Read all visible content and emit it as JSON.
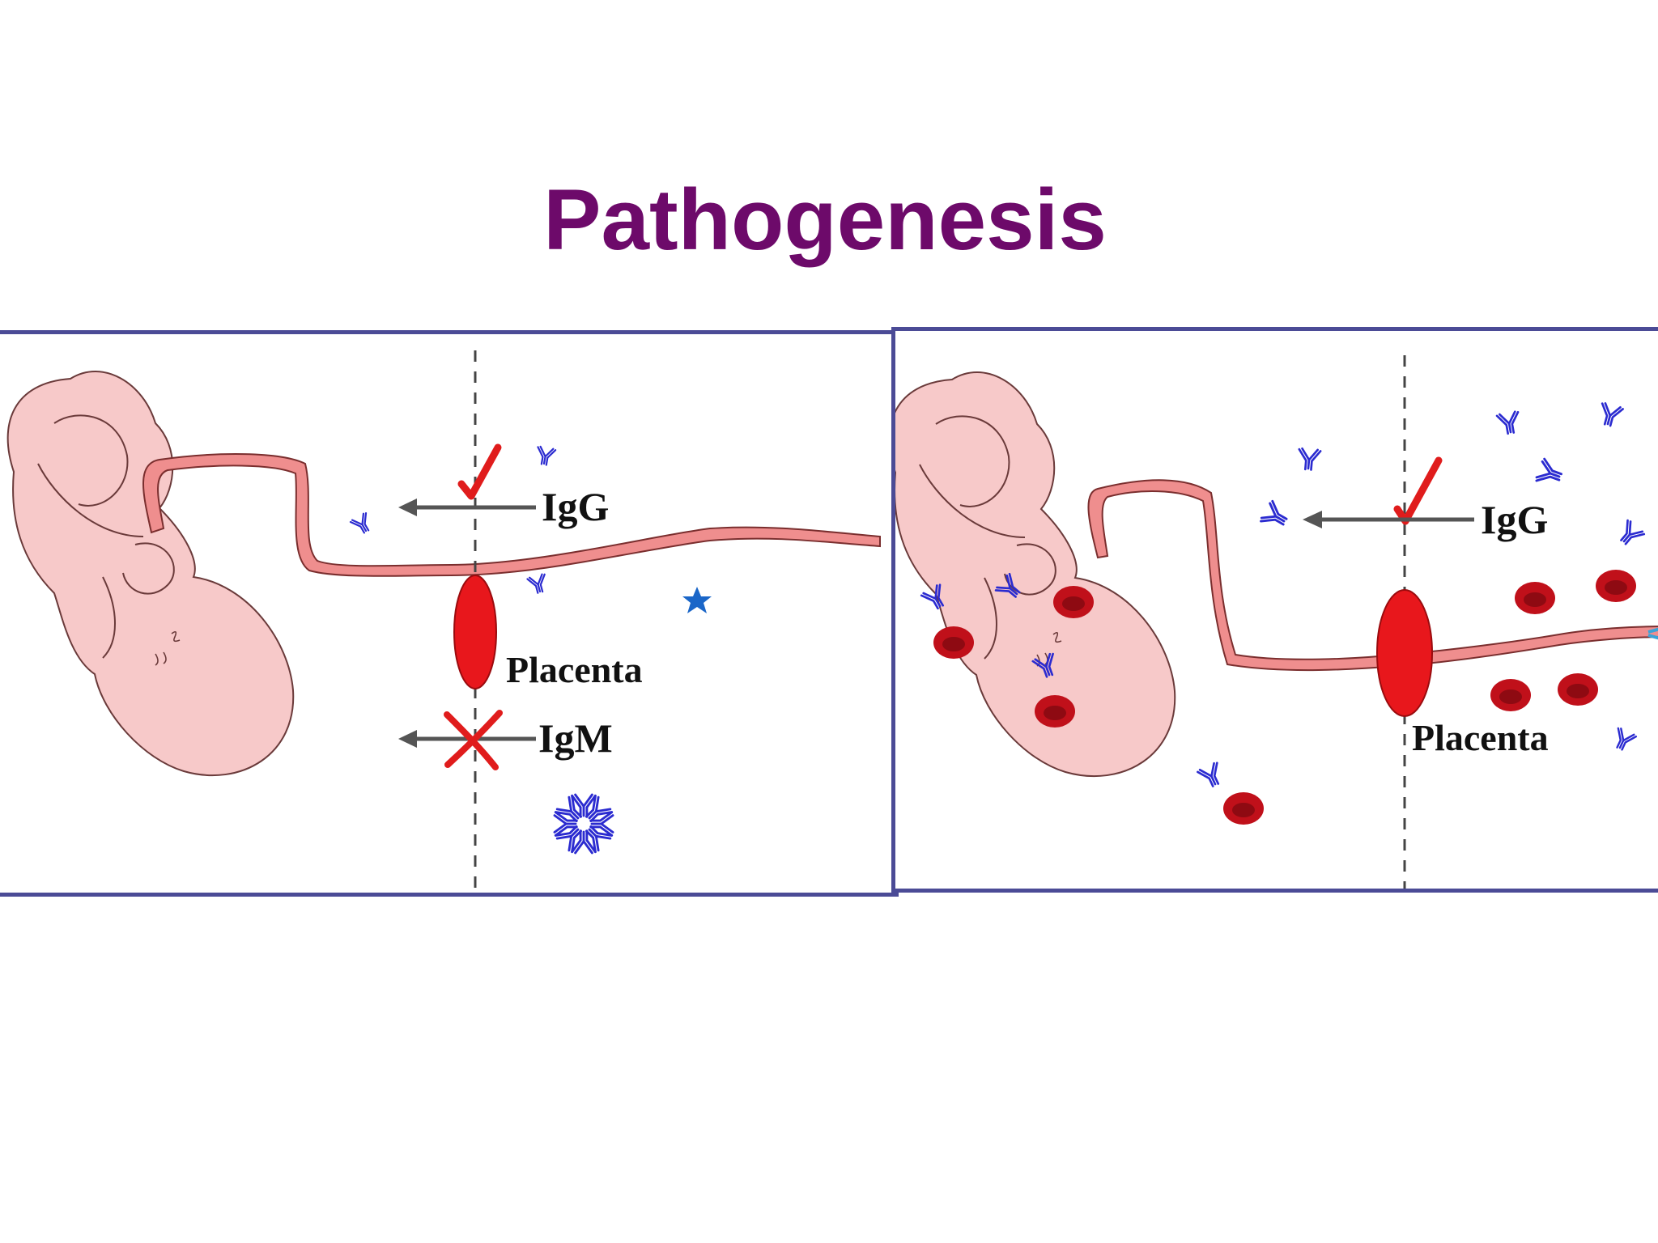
{
  "slide": {
    "title": "Pathogenesis"
  },
  "left_panel": {
    "igg_label": "IgG",
    "igm_label": "IgM",
    "placenta_label": "Placenta"
  },
  "right_panel": {
    "igg_label": "IgG",
    "placenta_label": "Placenta"
  },
  "colors": {
    "title": "#6d0a6a",
    "panel_border": "#4b4b96",
    "fetus_fill": "#f7c9c9",
    "cord_fill": "#ef8e8e",
    "placenta": "#e8171c",
    "antibody": "#2b2bd0",
    "check_mark": "#e01c1c",
    "cross_mark": "#e01c1c",
    "arrow": "#555555",
    "red_cell": "#c0101a"
  },
  "icons": [
    "check-icon",
    "cross-icon",
    "star-icon",
    "antibody-icon",
    "igm-pentamer-icon",
    "red-blood-cell-icon"
  ]
}
